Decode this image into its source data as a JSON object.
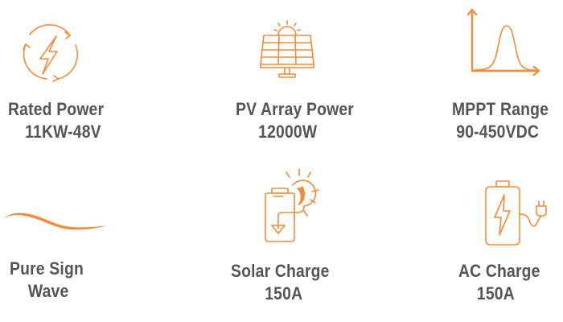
{
  "colors": {
    "accent": "#F28C3A",
    "text": "#555555",
    "background": "#FFFFFF"
  },
  "features": [
    {
      "icon": "lightning-cycle-icon",
      "title": "Rated Power",
      "value": "11KW-48V"
    },
    {
      "icon": "solar-panel-icon",
      "title": "PV Array Power",
      "value": "12000W"
    },
    {
      "icon": "mppt-curve-icon",
      "title": "MPPT Range",
      "value": "90-450VDC"
    },
    {
      "icon": "sine-wave-icon",
      "title": "Pure Sign",
      "value": "Wave"
    },
    {
      "icon": "solar-charge-battery-icon",
      "title": "Solar Charge",
      "value": "150A"
    },
    {
      "icon": "ac-charge-battery-icon",
      "title": "AC Charge",
      "value": "150A"
    }
  ]
}
